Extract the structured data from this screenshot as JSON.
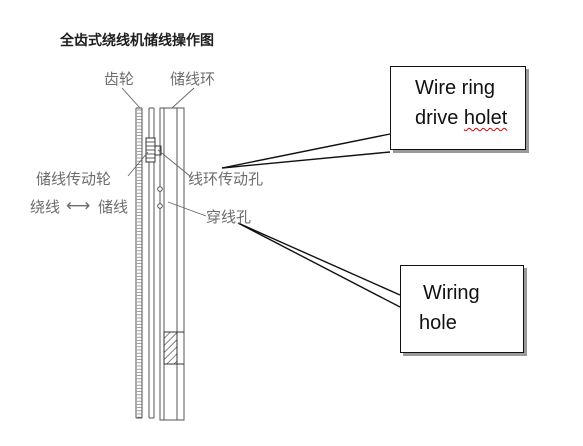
{
  "diagram": {
    "title": "全齿式绕线机储线操作图",
    "labels": {
      "gear": "齿轮",
      "storage_ring": "储线环",
      "storage_drive_wheel": "储线传动轮",
      "winding": "绕线",
      "arrow": "⟷",
      "storing": "储线",
      "ring_drive_hole": "线环传动孔",
      "wiring_hole": "穿线孔"
    },
    "callouts": {
      "drive": {
        "line1": "Wire  ring",
        "line2_a": "drive ",
        "line2_b": "holet"
      },
      "wiring": {
        "line1": "Wiring",
        "line2": "hole"
      }
    }
  }
}
